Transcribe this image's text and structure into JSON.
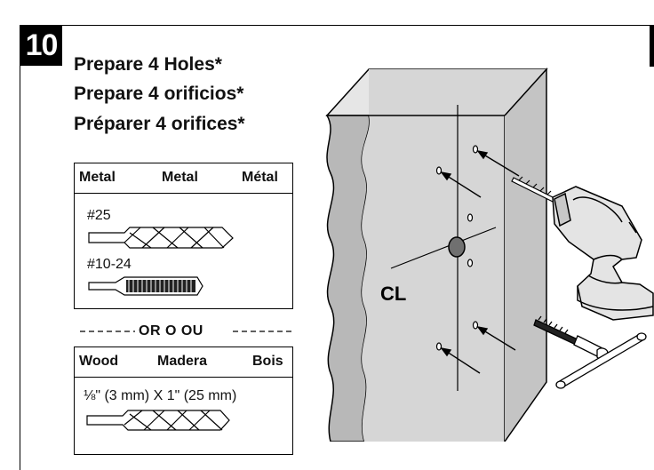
{
  "step": {
    "number": "10"
  },
  "titles": {
    "en": "Prepare 4 Holes*",
    "es": "Prepare 4 orificios*",
    "fr": "Préparer 4 orifices*"
  },
  "metal_box": {
    "headers": [
      "Metal",
      "Metal",
      "Métal"
    ],
    "bit_label": "#25",
    "tap_label": "#10-24"
  },
  "separator": {
    "text": "OR  O  OU"
  },
  "wood_box": {
    "headers": [
      "Wood",
      "Madera",
      "Bois"
    ],
    "bit_label": "⅛\" (3 mm) X 1\" (25 mm)"
  },
  "diagram": {
    "centerline_label": "CL"
  },
  "colors": {
    "panel_face": "#d6d6d6",
    "panel_side": "#b8b8b8",
    "panel_top": "#e6e6e6",
    "drill_body": "#e4e4e4",
    "ink": "#000000"
  }
}
